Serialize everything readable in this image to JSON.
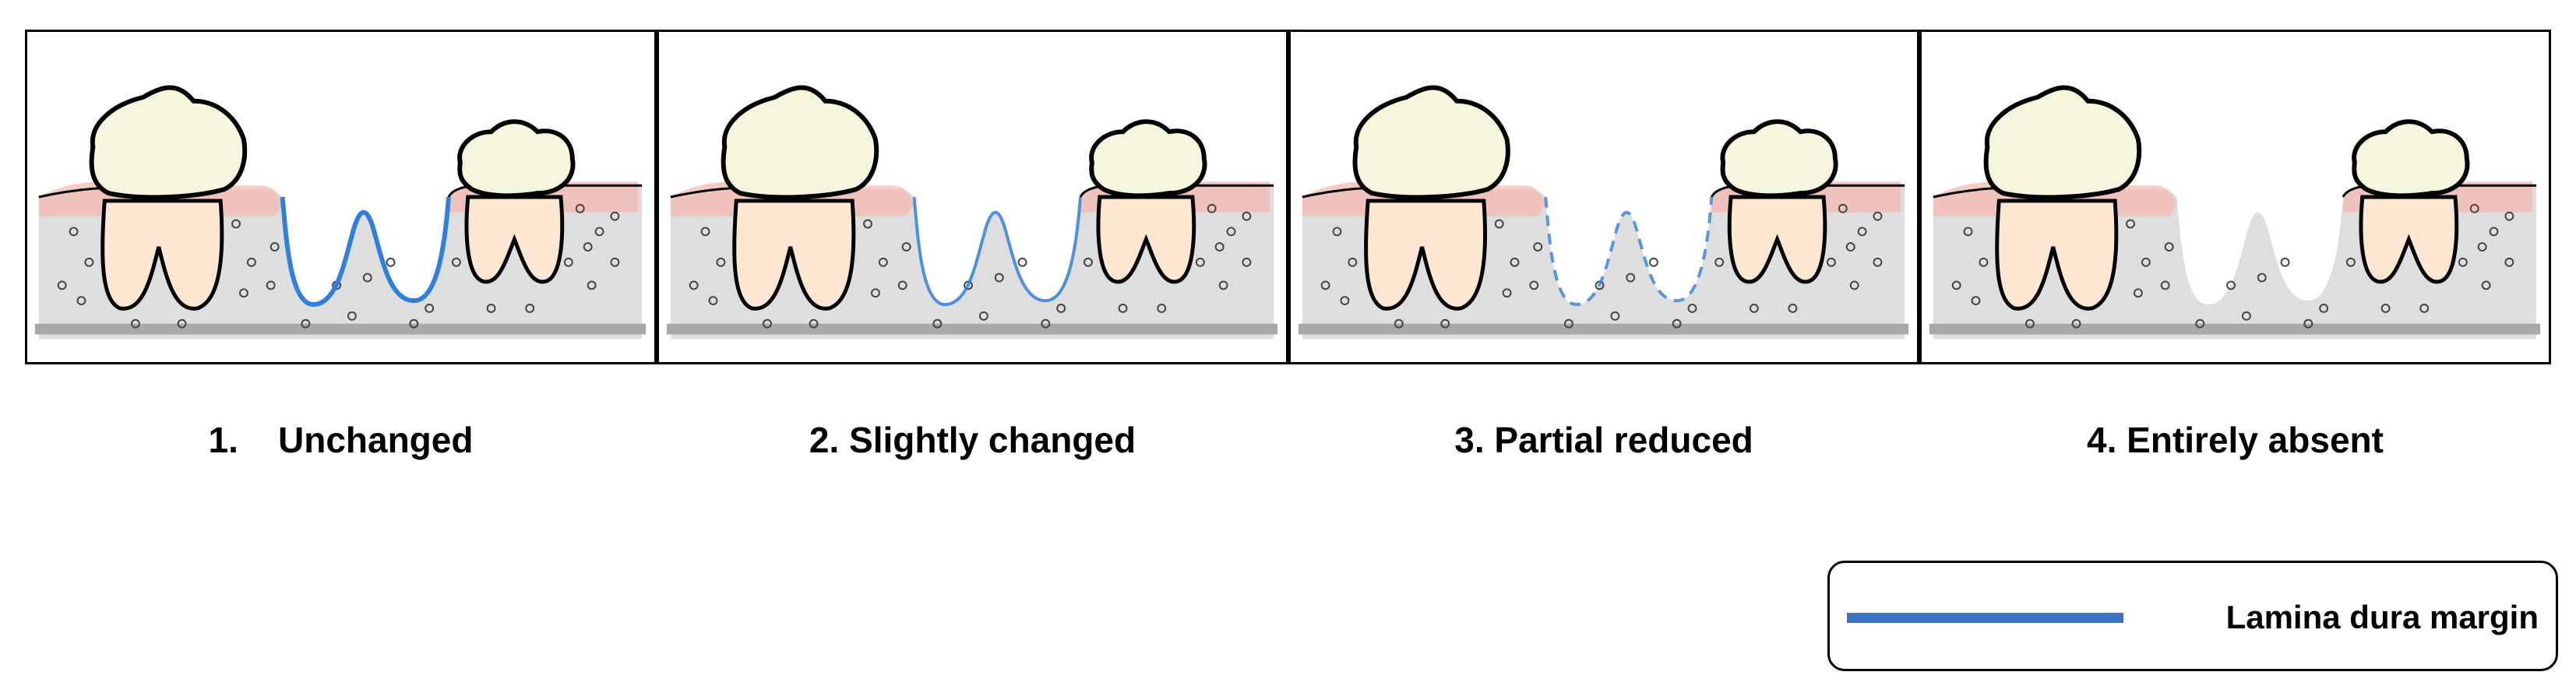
{
  "panels": [
    {
      "caption": "1.    Unchanged",
      "lamina_dura": "unchanged"
    },
    {
      "caption": "2. Slightly changed",
      "lamina_dura": "slightly changed"
    },
    {
      "caption": "3. Partial reduced",
      "lamina_dura": "partially reduced"
    },
    {
      "caption": "4. Entirely absent",
      "lamina_dura": "entirely absent"
    }
  ],
  "legend": {
    "label": "Lamina dura margin",
    "color": "#3a73c6"
  },
  "colors": {
    "bone": "#dedede",
    "gum": "#f4b8b0",
    "root": "#fde6d2",
    "crown": "#f6f6dc",
    "lamina": "#2f7fe0",
    "outline": "#000000"
  }
}
